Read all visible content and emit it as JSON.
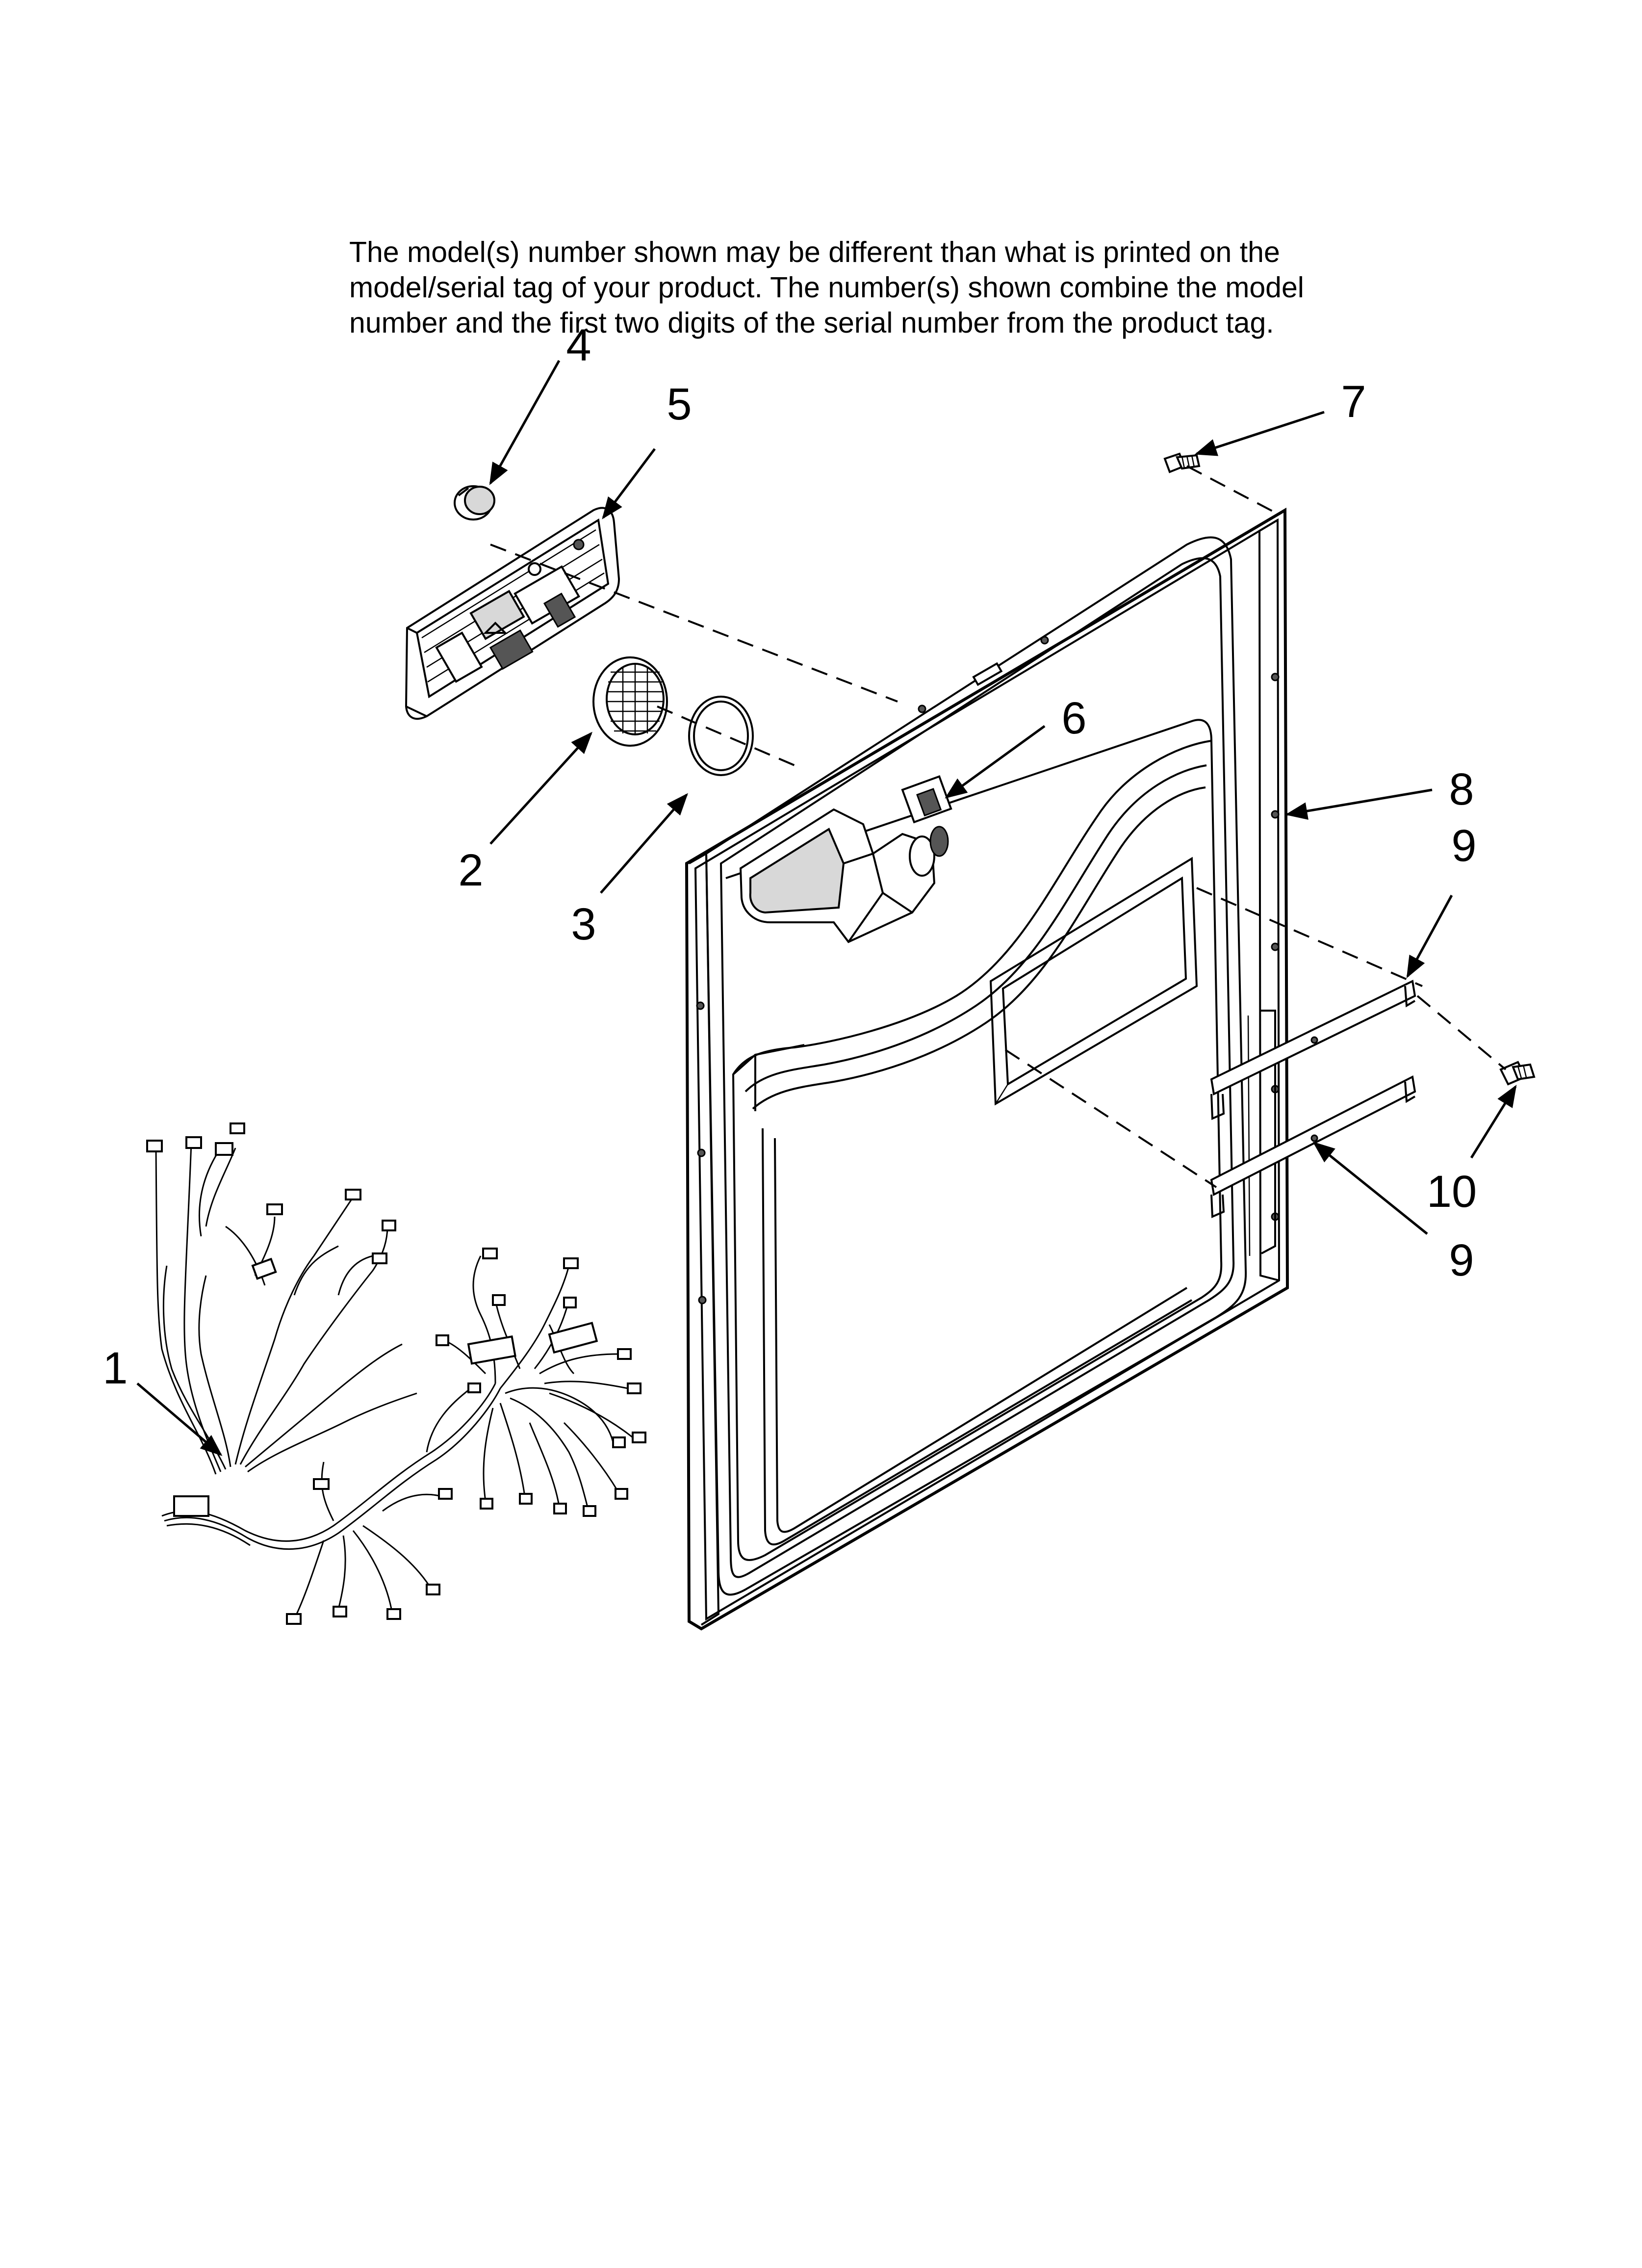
{
  "notice": {
    "lines": [
      "The model(s) number shown may be different than what is printed on the",
      "model/serial tag of your product. The number(s) shown combine the model",
      "number and the first two digits of the serial number from the product tag."
    ]
  },
  "callouts": {
    "c1": "1",
    "c2": "2",
    "c3": "3",
    "c4": "4",
    "c5": "5",
    "c6": "6",
    "c7": "7",
    "c8": "8",
    "c9a": "9",
    "c9b": "9",
    "c10": "10"
  }
}
